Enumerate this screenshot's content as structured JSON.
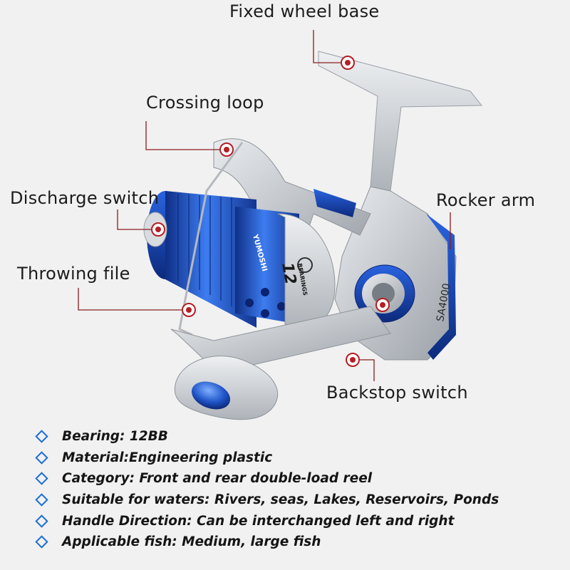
{
  "callouts": {
    "fixed_wheel_base": "Fixed wheel base",
    "crossing_loop": "Crossing loop",
    "discharge_switch": "Discharge switch",
    "rocker_arm": "Rocker arm",
    "throwing_file": "Throwing file",
    "backstop_switch": "Backstop switch"
  },
  "reel_markings": {
    "brand": "YUMOSHI",
    "bearing_count": "12",
    "bearings_word": "BEARINGS",
    "model": "SA4000"
  },
  "specs": [
    "Bearing: 12BB",
    "Material:Engineering plastic",
    "Category: Front and rear double-load reel",
    "Suitable for waters: Rivers, seas, Lakes, Reservoirs, Ponds",
    "Handle Direction: Can be interchanged left and right",
    "Applicable fish: Medium, large fish"
  ],
  "colors": {
    "background": "#f1f1f1",
    "reel_silver": "#c8ccd1",
    "reel_blue": "#1f55c8",
    "callout_line": "#8a1c1c",
    "bullet_blue": "#1d6fd6"
  }
}
